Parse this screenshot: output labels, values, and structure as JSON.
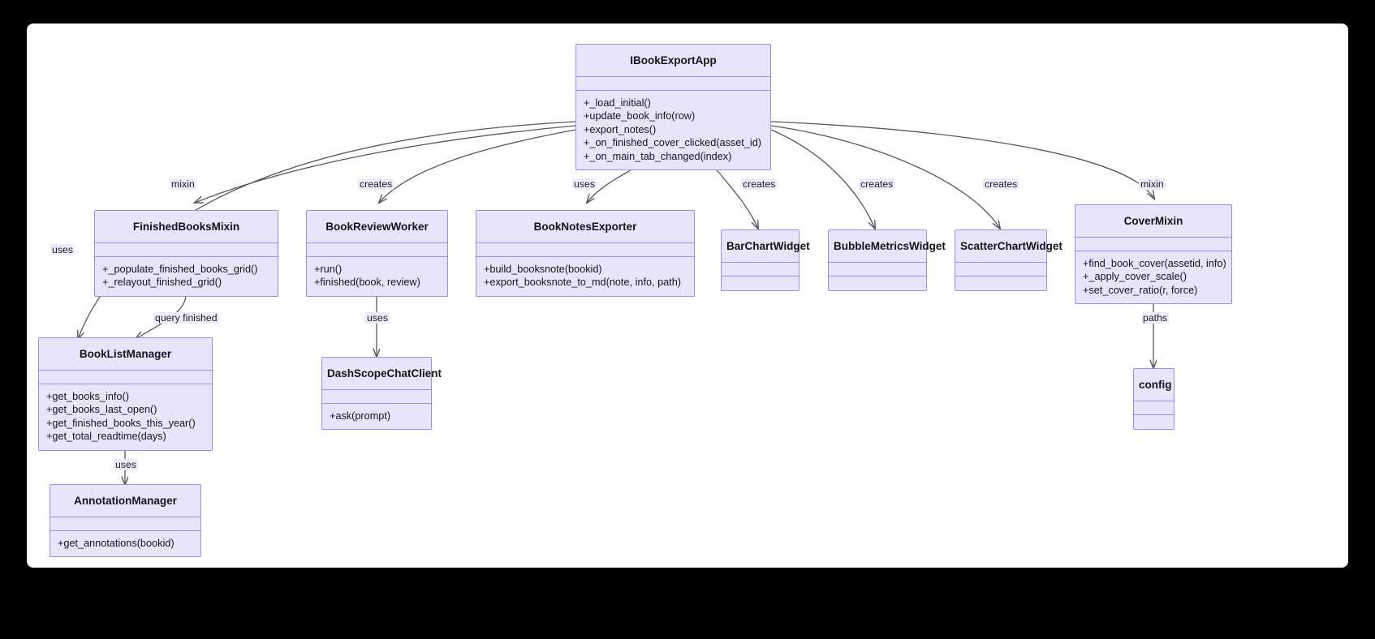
{
  "diagram": {
    "type": "uml-class-diagram",
    "background_color": "#000000",
    "surface_color": "#ffffff",
    "node_fill": "#e8e5fb",
    "node_border": "#9b8cf0",
    "edge_color": "#58585f",
    "classes": [
      {
        "id": "IBookExportApp",
        "name": "IBookExportApp",
        "attributes": [],
        "methods": [
          "+_load_initial()",
          "+update_book_info(row)",
          "+export_notes()",
          "+_on_finished_cover_clicked(asset_id)",
          "+_on_main_tab_changed(index)"
        ]
      },
      {
        "id": "FinishedBooksMixin",
        "name": "FinishedBooksMixin",
        "attributes": [],
        "methods": [
          "+_populate_finished_books_grid()",
          "+_relayout_finished_grid()"
        ]
      },
      {
        "id": "BookReviewWorker",
        "name": "BookReviewWorker",
        "attributes": [],
        "methods": [
          "+run()",
          "+finished(book, review)"
        ]
      },
      {
        "id": "BookNotesExporter",
        "name": "BookNotesExporter",
        "attributes": [],
        "methods": [
          "+build_booksnote(bookid)",
          "+export_booksnote_to_md(note, info, path)"
        ]
      },
      {
        "id": "BarChartWidget",
        "name": "BarChartWidget",
        "attributes": [],
        "methods": []
      },
      {
        "id": "BubbleMetricsWidget",
        "name": "BubbleMetricsWidget",
        "attributes": [],
        "methods": []
      },
      {
        "id": "ScatterChartWidget",
        "name": "ScatterChartWidget",
        "attributes": [],
        "methods": []
      },
      {
        "id": "CoverMixin",
        "name": "CoverMixin",
        "attributes": [],
        "methods": [
          "+find_book_cover(assetid, info)",
          "+_apply_cover_scale()",
          "+set_cover_ratio(r, force)"
        ]
      },
      {
        "id": "BookListManager",
        "name": "BookListManager",
        "attributes": [],
        "methods": [
          "+get_books_info()",
          "+get_books_last_open()",
          "+get_finished_books_this_year()",
          "+get_total_readtime(days)"
        ]
      },
      {
        "id": "DashScopeChatClient",
        "name": "DashScopeChatClient",
        "attributes": [],
        "methods": [
          "+ask(prompt)"
        ]
      },
      {
        "id": "AnnotationManager",
        "name": "AnnotationManager",
        "attributes": [],
        "methods": [
          "+get_annotations(bookid)"
        ]
      },
      {
        "id": "config",
        "name": "config",
        "attributes": [],
        "methods": []
      }
    ],
    "edges": [
      {
        "from": "IBookExportApp",
        "to": "FinishedBooksMixin",
        "label": "mixin"
      },
      {
        "from": "IBookExportApp",
        "to": "BookListManager",
        "label": "uses"
      },
      {
        "from": "IBookExportApp",
        "to": "BookReviewWorker",
        "label": "creates"
      },
      {
        "from": "IBookExportApp",
        "to": "BookNotesExporter",
        "label": "uses"
      },
      {
        "from": "IBookExportApp",
        "to": "BarChartWidget",
        "label": "creates"
      },
      {
        "from": "IBookExportApp",
        "to": "BubbleMetricsWidget",
        "label": "creates"
      },
      {
        "from": "IBookExportApp",
        "to": "ScatterChartWidget",
        "label": "creates"
      },
      {
        "from": "IBookExportApp",
        "to": "CoverMixin",
        "label": "mixin"
      },
      {
        "from": "FinishedBooksMixin",
        "to": "BookListManager",
        "label": "query finished"
      },
      {
        "from": "BookReviewWorker",
        "to": "DashScopeChatClient",
        "label": "uses"
      },
      {
        "from": "BookListManager",
        "to": "AnnotationManager",
        "label": "uses"
      },
      {
        "from": "CoverMixin",
        "to": "config",
        "label": "paths"
      }
    ]
  }
}
